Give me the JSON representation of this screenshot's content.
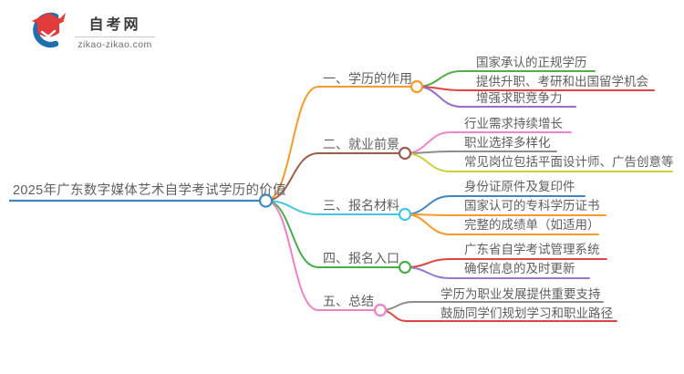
{
  "logo": {
    "title": "自考网",
    "domain": "zikao-zikao.com",
    "colors": {
      "swoosh": "#1f6fb0",
      "cap": "#e03c3c"
    }
  },
  "mindmap": {
    "root": {
      "label": "2025年广东数字媒体艺术自学考试学历的价值",
      "color": "#3e86c7"
    },
    "branches": [
      {
        "label": "一、学历的作用",
        "color": "#f59b2c",
        "children": [
          {
            "label": "国家承认的正规学历",
            "color": "#56ab4b"
          },
          {
            "label": "提供升职、考研和出国留学机会",
            "color": "#e24444"
          },
          {
            "label": "增强求职竞争力",
            "color": "#9b6cc8"
          }
        ]
      },
      {
        "label": "二、就业前景",
        "color": "#9c5d4e",
        "children": [
          {
            "label": "行业需求持续增长",
            "color": "#f184cb"
          },
          {
            "label": "职业选择多样化",
            "color": "#8d8d8d"
          },
          {
            "label": "常见岗位包括平面设计师、广告创意等",
            "color": "#cbd03a"
          }
        ]
      },
      {
        "label": "三、报名材料",
        "color": "#43c6e0",
        "children": [
          {
            "label": "身份证原件及复印件",
            "color": "#3e86c7"
          },
          {
            "label": "国家认可的专科学历证书",
            "color": "#f59b2c"
          },
          {
            "label": "完整的成绩单（如适用）",
            "color": "#f59b2c"
          }
        ]
      },
      {
        "label": "四、报名入口",
        "color": "#49ad4d",
        "children": [
          {
            "label": "广东省自学考试管理系统",
            "color": "#e24444"
          },
          {
            "label": "确保信息的及时更新",
            "color": "#9678cf"
          }
        ]
      },
      {
        "label": "五、总结",
        "color": "#ef82c6",
        "children": [
          {
            "label": "学历为职业发展提供重要支持",
            "color": "#8d8d8d"
          },
          {
            "label": "鼓励同学们规划学习和职业路径",
            "color": "#e24444"
          }
        ]
      }
    ]
  }
}
